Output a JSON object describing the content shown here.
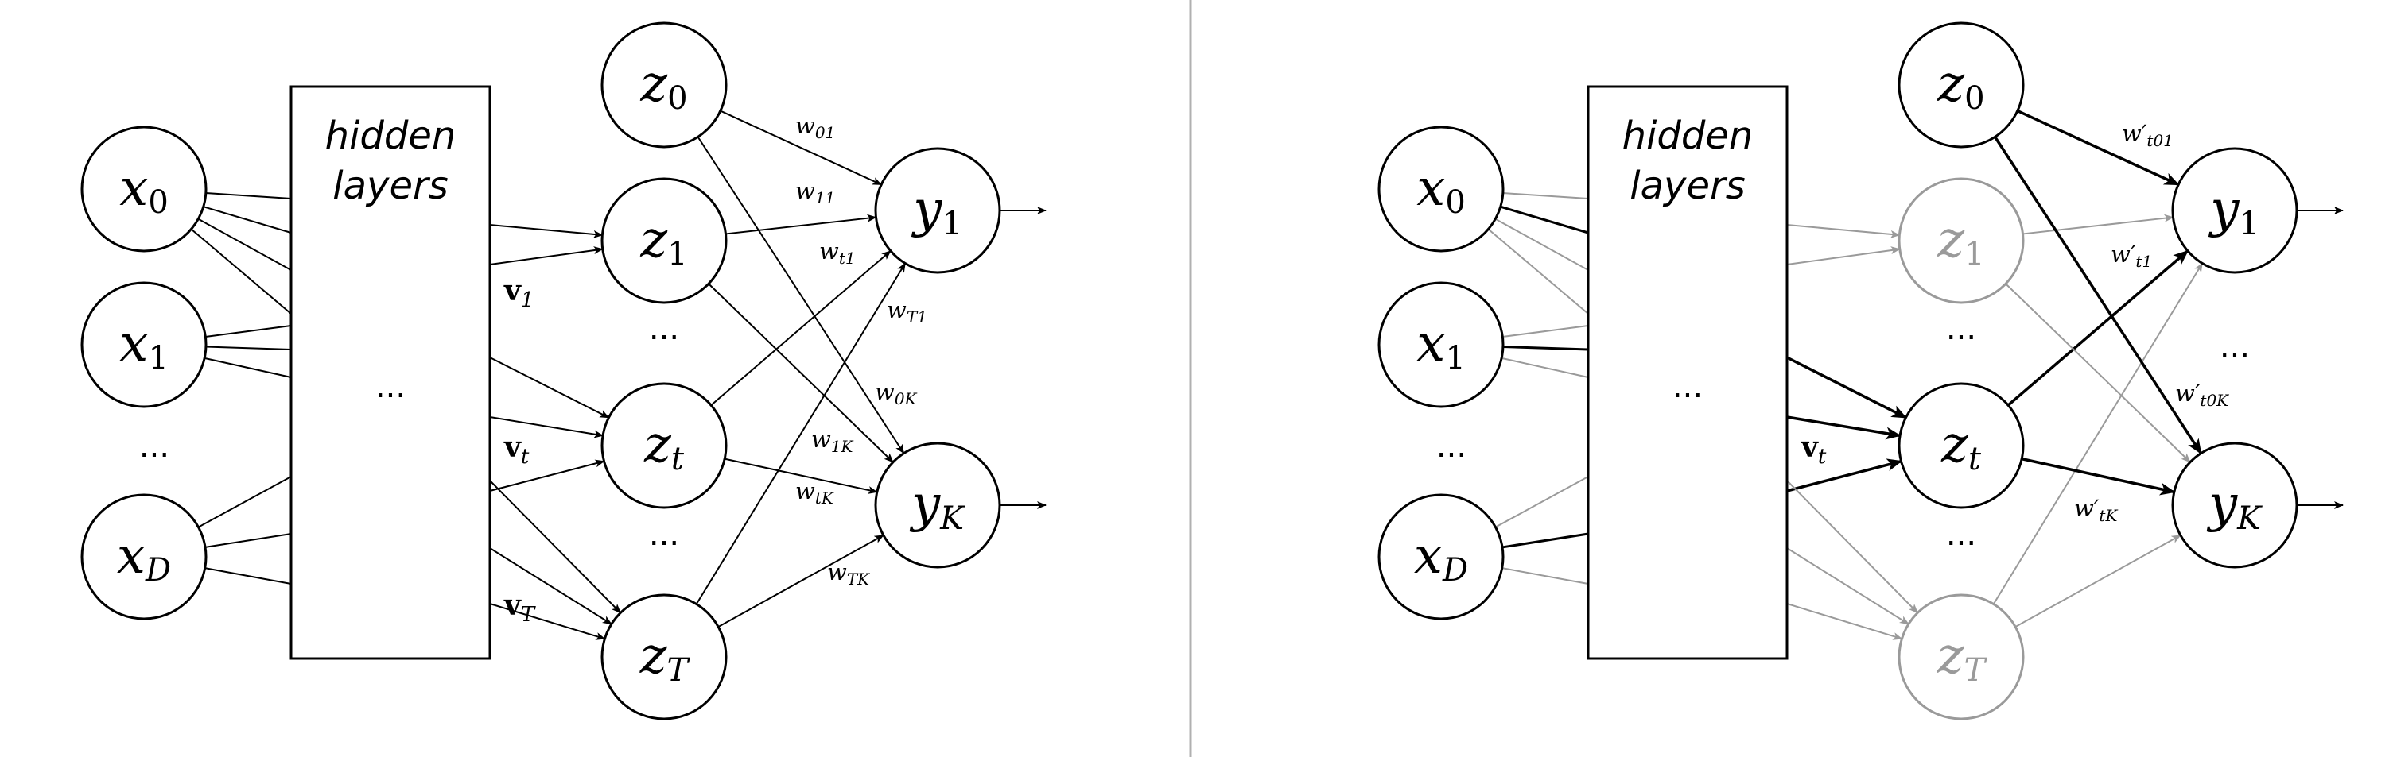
{
  "panels": [
    {
      "id": "left",
      "hidden_label_line1": "hidden",
      "hidden_label_line2": "layers",
      "hidden_dots": "...",
      "inputs": [
        {
          "base": "x",
          "sub": "0"
        },
        {
          "base": "x",
          "sub": "1"
        },
        {
          "base": "x",
          "sub": "D"
        }
      ],
      "input_dots": "...",
      "experts": [
        {
          "base": "z",
          "sub": "0"
        },
        {
          "base": "z",
          "sub": "1"
        },
        {
          "base": "z",
          "sub": "t"
        },
        {
          "base": "z",
          "sub": "T"
        }
      ],
      "expert_dots": [
        "...",
        "..."
      ],
      "outputs": [
        {
          "base": "y",
          "sub": "1"
        },
        {
          "base": "y",
          "sub": "K"
        }
      ],
      "v_labels": [
        {
          "base": "v",
          "sub": "1"
        },
        {
          "base": "v",
          "sub": "t"
        },
        {
          "base": "v",
          "sub": "T"
        }
      ],
      "weight_labels": [
        {
          "base": "w",
          "sub": "01"
        },
        {
          "base": "w",
          "sub": "11"
        },
        {
          "base": "w",
          "sub": "t1"
        },
        {
          "base": "w",
          "sub": "T1"
        },
        {
          "base": "w",
          "sub": "0K"
        },
        {
          "base": "w",
          "sub": "1K"
        },
        {
          "base": "w",
          "sub": "tK"
        },
        {
          "base": "w",
          "sub": "TK"
        }
      ]
    },
    {
      "id": "right",
      "hidden_label_line1": "hidden",
      "hidden_label_line2": "layers",
      "hidden_dots": "...",
      "inputs": [
        {
          "base": "x",
          "sub": "0"
        },
        {
          "base": "x",
          "sub": "1"
        },
        {
          "base": "x",
          "sub": "D"
        }
      ],
      "input_dots": "...",
      "experts": [
        {
          "base": "z",
          "sub": "0"
        },
        {
          "base": "z",
          "sub": "1"
        },
        {
          "base": "z",
          "sub": "t"
        },
        {
          "base": "z",
          "sub": "T"
        }
      ],
      "expert_dots": [
        "...",
        "..."
      ],
      "outputs": [
        {
          "base": "y",
          "sub": "1"
        },
        {
          "base": "y",
          "sub": "K"
        }
      ],
      "output_dots": "...",
      "v_labels": [
        {
          "base": "v",
          "sub": "t"
        }
      ],
      "weight_labels": [
        {
          "base": "w′",
          "sub": "t01"
        },
        {
          "base": "w′",
          "sub": "t1"
        },
        {
          "base": "w′",
          "sub": "t0K"
        },
        {
          "base": "w′",
          "sub": "tK"
        }
      ]
    }
  ],
  "colors": {
    "active": "#000000",
    "faded": "#9a9a9a",
    "divider": "#b0b0b0"
  }
}
